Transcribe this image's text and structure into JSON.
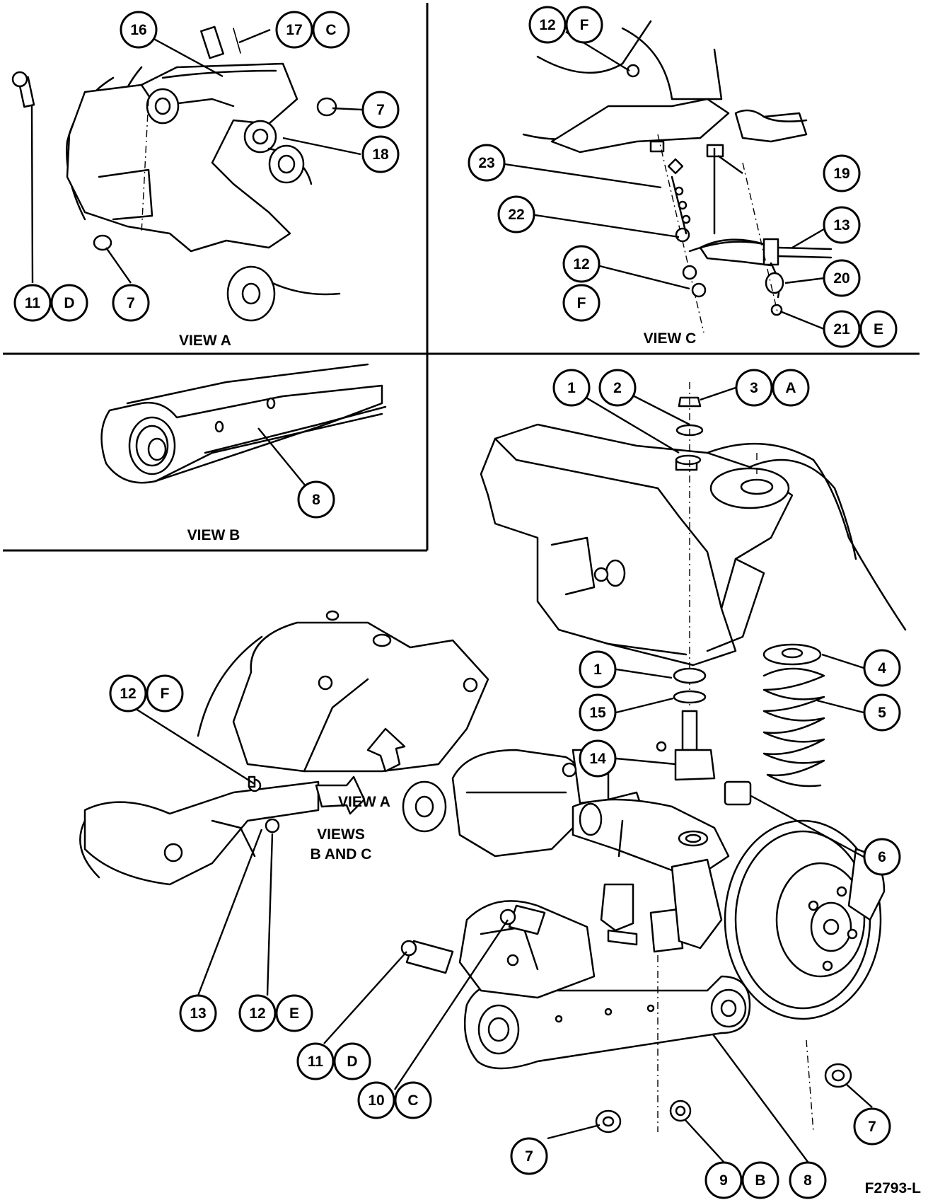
{
  "figure_id": "F2793-L",
  "views": [
    {
      "id": "view-a",
      "label": "VIEW A"
    },
    {
      "id": "view-b",
      "label": "VIEW B"
    },
    {
      "id": "view-c",
      "label": "VIEW C"
    }
  ],
  "arrow_labels": [
    {
      "id": "arrow-view-a",
      "lines": [
        "VIEW A"
      ]
    },
    {
      "id": "arrow-views-bc",
      "lines": [
        "VIEWS",
        "B AND C"
      ]
    }
  ],
  "callouts": [
    {
      "id": "a-16",
      "items": [
        "16"
      ]
    },
    {
      "id": "a-17",
      "items": [
        "17",
        "C"
      ]
    },
    {
      "id": "a-7-top",
      "items": [
        "7"
      ]
    },
    {
      "id": "a-18",
      "items": [
        "18"
      ]
    },
    {
      "id": "a-11",
      "items": [
        "11",
        "D"
      ]
    },
    {
      "id": "a-7-bottom",
      "items": [
        "7"
      ]
    },
    {
      "id": "c-12-top",
      "items": [
        "12",
        "F"
      ]
    },
    {
      "id": "c-19",
      "items": [
        "19"
      ]
    },
    {
      "id": "c-23",
      "items": [
        "23"
      ]
    },
    {
      "id": "c-22",
      "items": [
        "22"
      ]
    },
    {
      "id": "c-13",
      "items": [
        "13"
      ]
    },
    {
      "id": "c-12-mid",
      "items": [
        "12"
      ]
    },
    {
      "id": "c-f",
      "items": [
        "F"
      ]
    },
    {
      "id": "c-20",
      "items": [
        "20"
      ]
    },
    {
      "id": "c-21",
      "items": [
        "21",
        "E"
      ]
    },
    {
      "id": "b-8",
      "items": [
        "8"
      ]
    },
    {
      "id": "m-1-top",
      "items": [
        "1"
      ]
    },
    {
      "id": "m-2",
      "items": [
        "2"
      ]
    },
    {
      "id": "m-3",
      "items": [
        "3",
        "A"
      ]
    },
    {
      "id": "m-1-mid",
      "items": [
        "1"
      ]
    },
    {
      "id": "m-4",
      "items": [
        "4"
      ]
    },
    {
      "id": "m-15",
      "items": [
        "15"
      ]
    },
    {
      "id": "m-5",
      "items": [
        "5"
      ]
    },
    {
      "id": "m-14",
      "items": [
        "14"
      ]
    },
    {
      "id": "m-12-f",
      "items": [
        "12",
        "F"
      ]
    },
    {
      "id": "m-6",
      "items": [
        "6"
      ]
    },
    {
      "id": "m-13",
      "items": [
        "13"
      ]
    },
    {
      "id": "m-12-e",
      "items": [
        "12",
        "E"
      ]
    },
    {
      "id": "m-11",
      "items": [
        "11",
        "D"
      ]
    },
    {
      "id": "m-10",
      "items": [
        "10",
        "C"
      ]
    },
    {
      "id": "m-7-right",
      "items": [
        "7"
      ]
    },
    {
      "id": "m-7-bottom",
      "items": [
        "7"
      ]
    },
    {
      "id": "m-9",
      "items": [
        "9",
        "B"
      ]
    },
    {
      "id": "m-8",
      "items": [
        "8"
      ]
    }
  ]
}
